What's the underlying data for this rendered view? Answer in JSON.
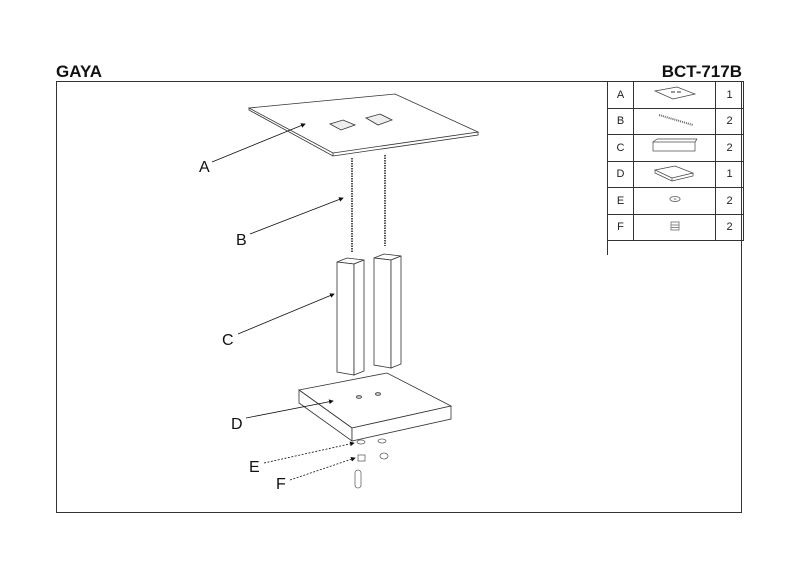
{
  "header": {
    "product_name": "GAYA",
    "product_code": "BCT-717B"
  },
  "parts": [
    {
      "letter": "A",
      "icon": "glass-top",
      "qty": "1"
    },
    {
      "letter": "B",
      "icon": "threaded-rod",
      "qty": "2"
    },
    {
      "letter": "C",
      "icon": "leg",
      "qty": "2"
    },
    {
      "letter": "D",
      "icon": "base-plate",
      "qty": "1"
    },
    {
      "letter": "E",
      "icon": "washer",
      "qty": "2"
    },
    {
      "letter": "F",
      "icon": "nut",
      "qty": "2"
    }
  ],
  "callouts": {
    "A": "A",
    "B": "B",
    "C": "C",
    "D": "D",
    "E": "E",
    "F": "F"
  }
}
